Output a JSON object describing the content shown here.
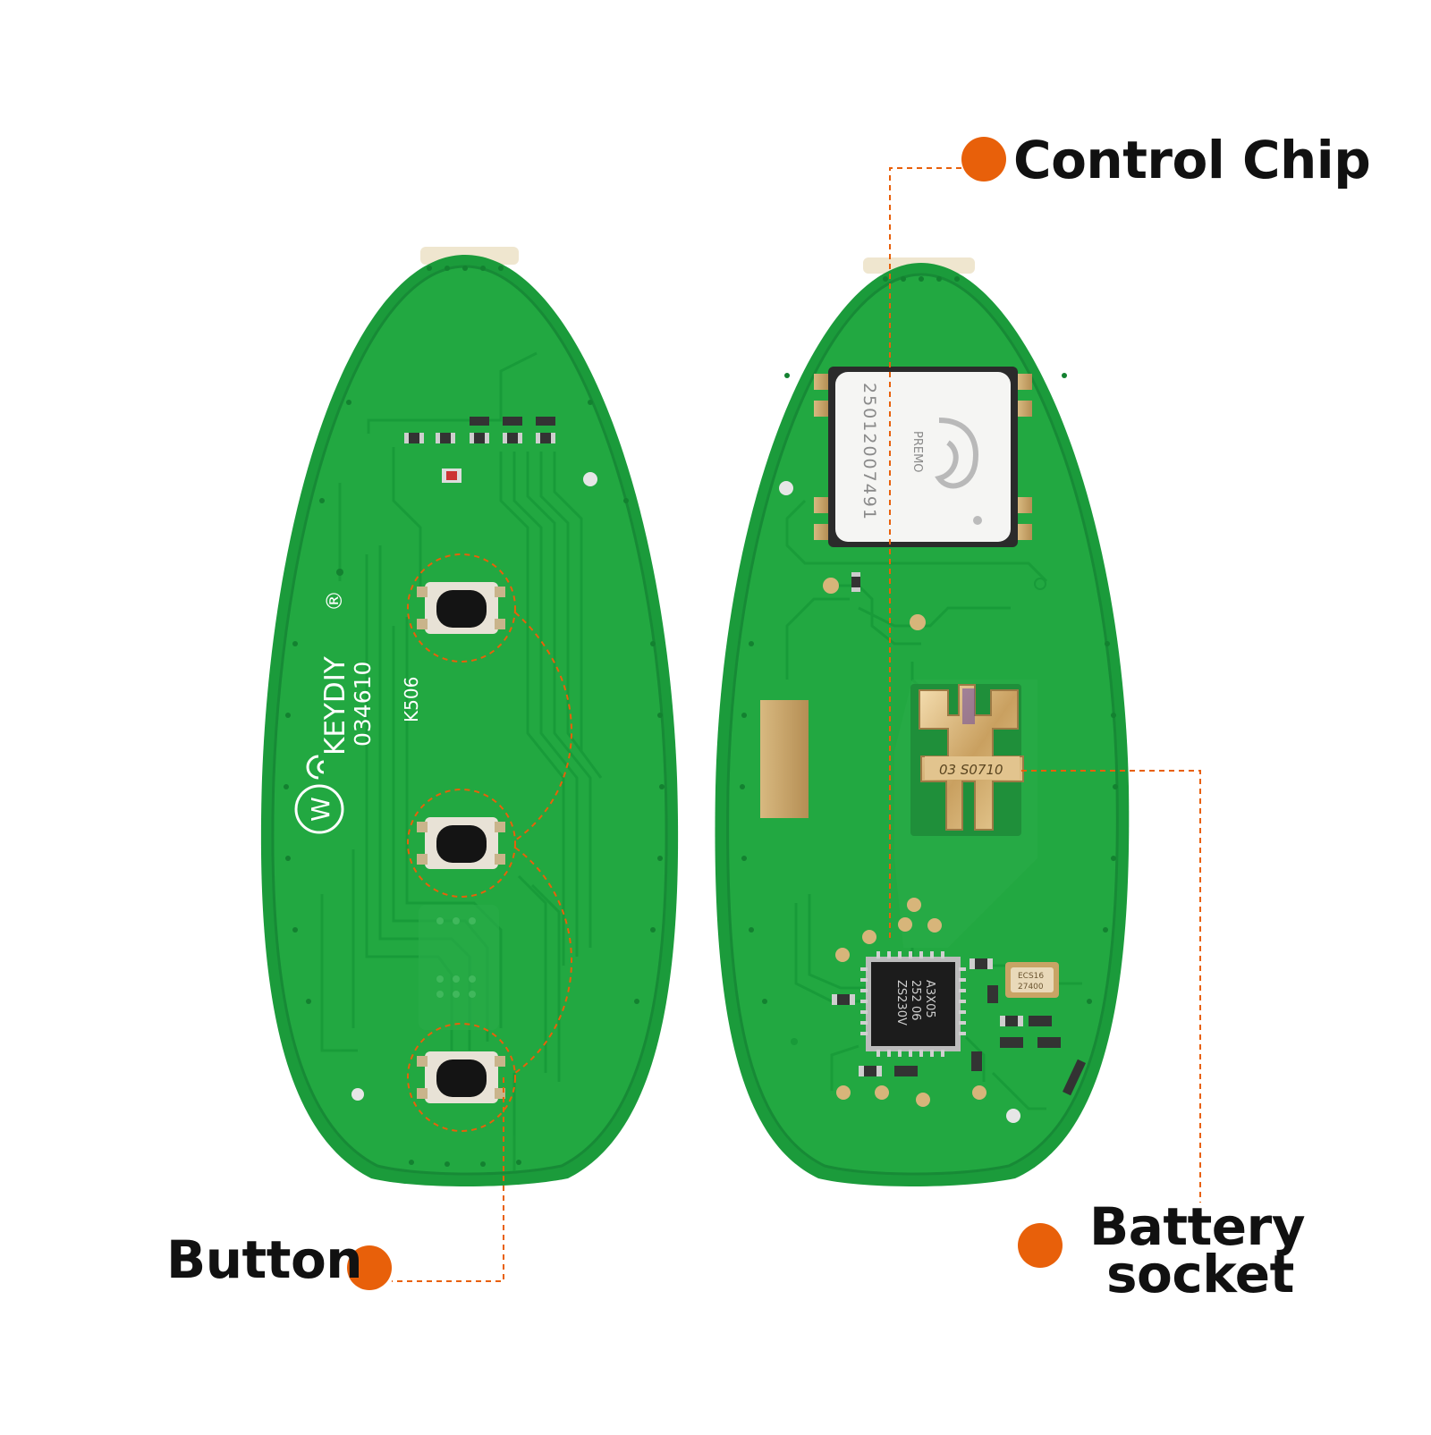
{
  "labels": {
    "control_chip": "Control Chip",
    "button": "Button",
    "battery_socket_line1": "Battery",
    "battery_socket_line2": "socket"
  },
  "pcb_markings": {
    "brand": "KEYDIY",
    "registered": "®",
    "part_number": "034610",
    "model": "K506",
    "logo_letter": "W",
    "chip_line1": "25012007491",
    "chip_brand": "PREMO",
    "ic_line1": "A3X05",
    "ic_line2": "252 06",
    "ic_line3": "ZS230V",
    "crystal": "ECS16",
    "crystal2": "27400",
    "battery_clip": "03 S0710"
  },
  "colors": {
    "accent": "#e8600a",
    "pcb": "#1fa23d",
    "pcb_dark": "#17863a",
    "pcb_edge": "#158a35",
    "text": "#111111"
  },
  "icons": {
    "callout_marker": "orange-dot",
    "logo": "keydiy-w-logo"
  }
}
